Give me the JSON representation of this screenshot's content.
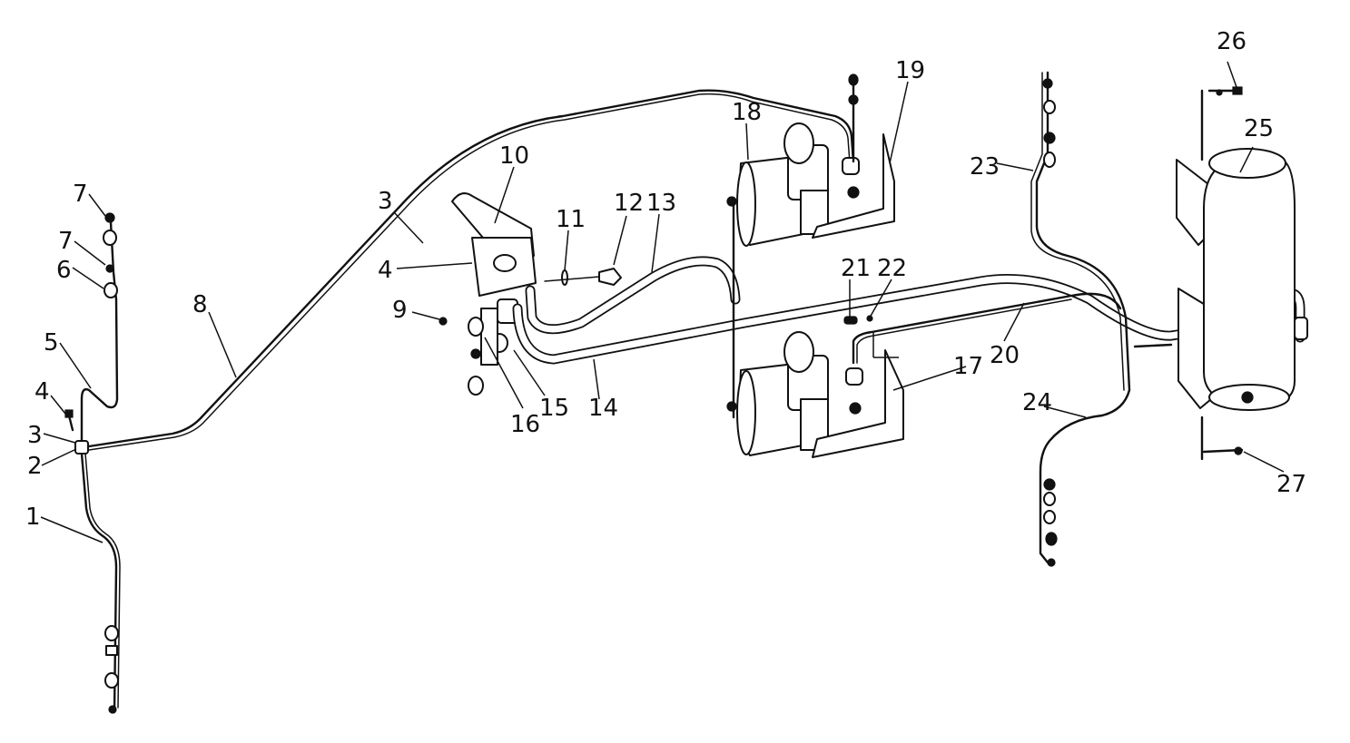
{
  "diagram": {
    "callouts": [
      {
        "id": "1",
        "text": "1"
      },
      {
        "id": "2",
        "text": "2"
      },
      {
        "id": "3a",
        "text": "3"
      },
      {
        "id": "3b",
        "text": "3"
      },
      {
        "id": "4a",
        "text": "4"
      },
      {
        "id": "4b",
        "text": "4"
      },
      {
        "id": "5",
        "text": "5"
      },
      {
        "id": "6",
        "text": "6"
      },
      {
        "id": "7a",
        "text": "7"
      },
      {
        "id": "7b",
        "text": "7"
      },
      {
        "id": "8",
        "text": "8"
      },
      {
        "id": "9",
        "text": "9"
      },
      {
        "id": "10",
        "text": "10"
      },
      {
        "id": "11",
        "text": "11"
      },
      {
        "id": "12",
        "text": "12"
      },
      {
        "id": "13",
        "text": "13"
      },
      {
        "id": "14",
        "text": "14"
      },
      {
        "id": "15",
        "text": "15"
      },
      {
        "id": "16",
        "text": "16"
      },
      {
        "id": "17",
        "text": "17"
      },
      {
        "id": "18",
        "text": "18"
      },
      {
        "id": "19",
        "text": "19"
      },
      {
        "id": "20",
        "text": "20"
      },
      {
        "id": "21",
        "text": "21"
      },
      {
        "id": "22",
        "text": "22"
      },
      {
        "id": "23",
        "text": "23"
      },
      {
        "id": "24",
        "text": "24"
      },
      {
        "id": "25",
        "text": "25"
      },
      {
        "id": "26",
        "text": "26"
      },
      {
        "id": "27",
        "text": "27"
      }
    ]
  }
}
